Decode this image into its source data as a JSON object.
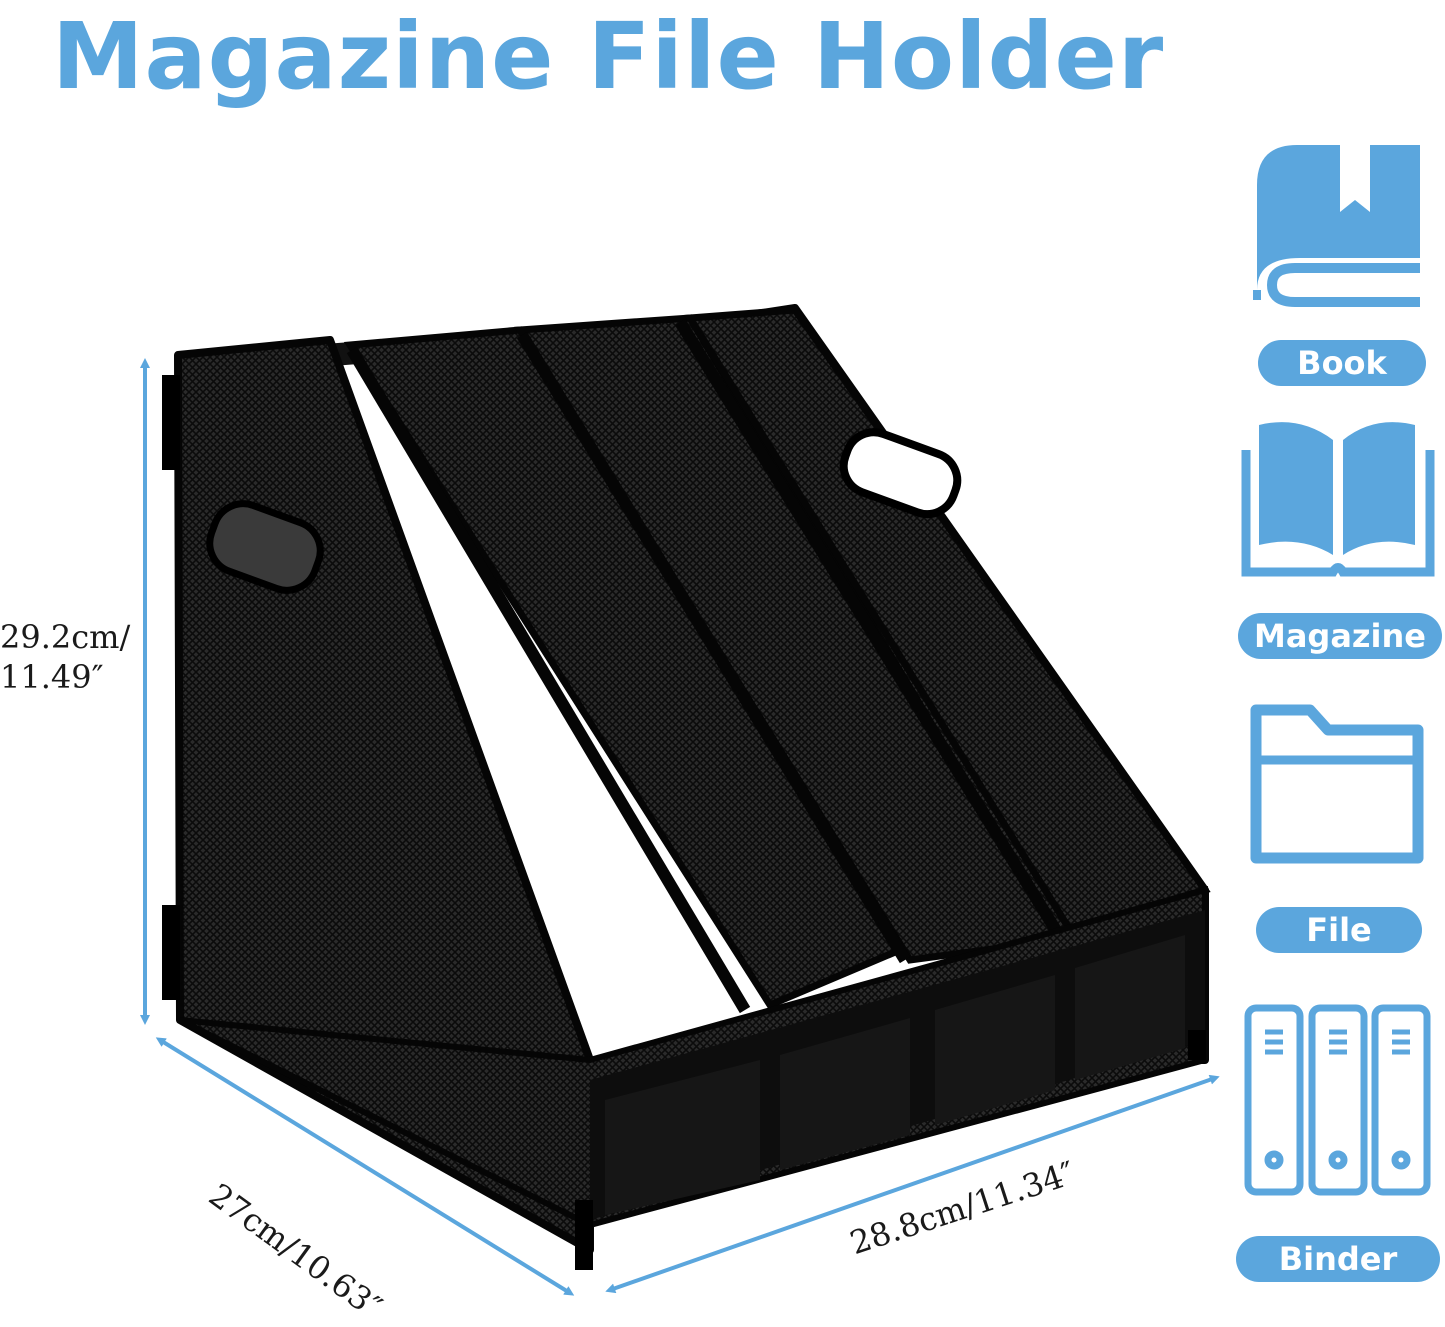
{
  "title": "Magazine File Holder",
  "colors": {
    "accent": "#5ba6dd",
    "product": "#1c1c1c",
    "label_text": "#ffffff"
  },
  "dimensions": {
    "height": "29.2cm/\n11.49″",
    "depth": "27cm/10.63″",
    "width": "28.8cm/11.34″"
  },
  "uses": [
    {
      "label": "Book",
      "icon": "closed-book-icon"
    },
    {
      "label": "Magazine",
      "icon": "open-book-icon"
    },
    {
      "label": "File",
      "icon": "folder-icon"
    },
    {
      "label": "Binder",
      "icon": "binders-icon"
    }
  ]
}
